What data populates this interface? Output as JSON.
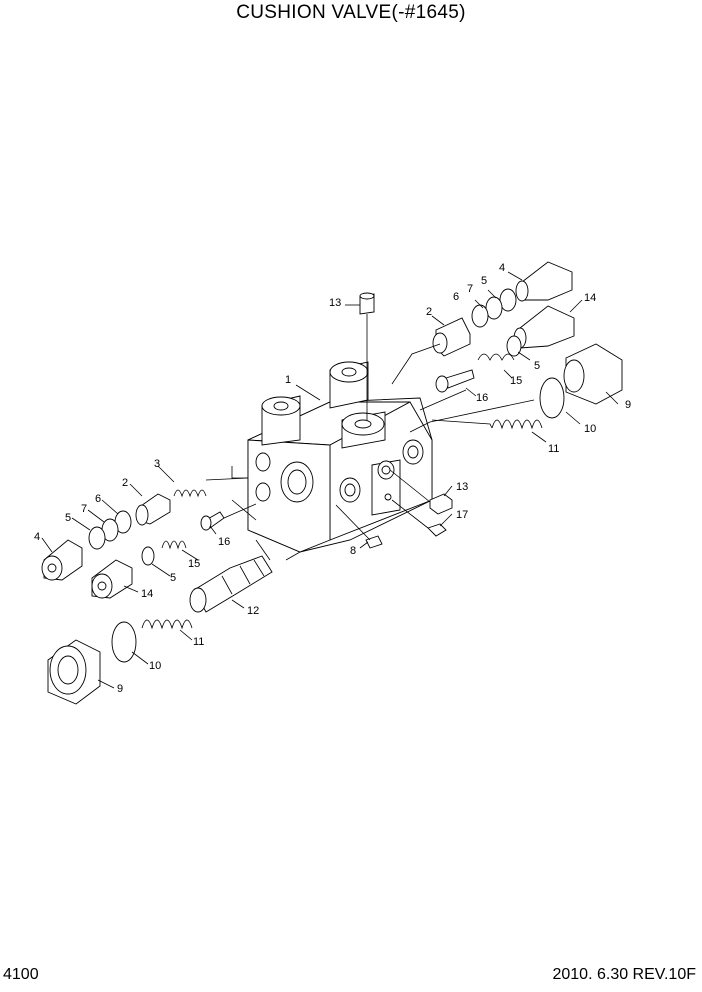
{
  "title": "CUSHION VALVE(-#1645)",
  "page_number": "4100",
  "revision": "2010. 6.30  REV.10F",
  "callouts": [
    "1",
    "2",
    "3",
    "4",
    "5",
    "6",
    "7",
    "8",
    "9",
    "10",
    "11",
    "12",
    "13",
    "14",
    "15",
    "16",
    "17"
  ]
}
